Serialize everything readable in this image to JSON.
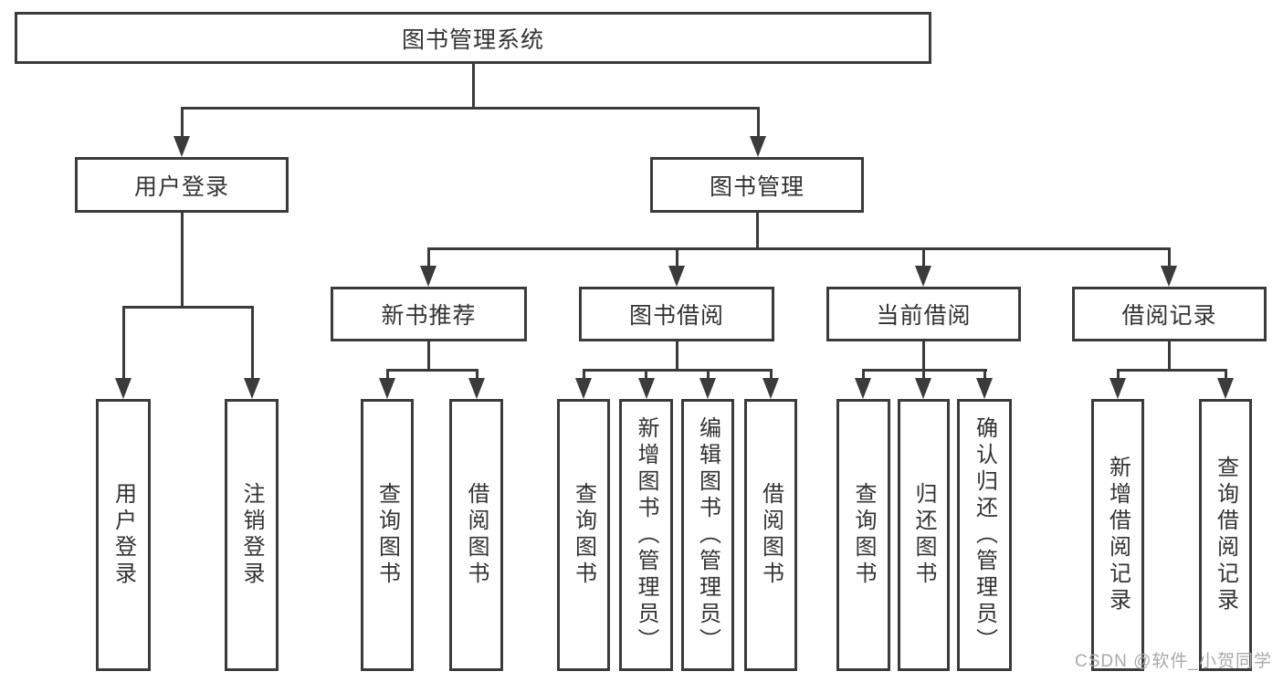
{
  "diagram": {
    "title": "图书管理系统",
    "colors": {
      "line": "#3b3b3b",
      "text": "#333333",
      "box_background": "#ffffff",
      "watermark": "#aaaaaa"
    }
  },
  "watermark": {
    "text": "CSDN @软件_小贺同学"
  },
  "tree": {
    "label": "图书管理系统",
    "children": [
      {
        "label": "用户登录",
        "children": [
          {
            "label": "用户登录"
          },
          {
            "label": "注销登录"
          }
        ]
      },
      {
        "label": "图书管理",
        "children": [
          {
            "label": "新书推荐",
            "children": [
              {
                "label": "查询图书"
              },
              {
                "label": "借阅图书"
              }
            ]
          },
          {
            "label": "图书借阅",
            "children": [
              {
                "label": "查询图书"
              },
              {
                "label": "新增图书（管理员）"
              },
              {
                "label": "编辑图书（管理员）"
              },
              {
                "label": "借阅图书"
              }
            ]
          },
          {
            "label": "当前借阅",
            "children": [
              {
                "label": "查询图书"
              },
              {
                "label": "归还图书"
              },
              {
                "label": "确认归还（管理员）"
              }
            ]
          },
          {
            "label": "借阅记录",
            "children": [
              {
                "label": "新增借阅记录"
              },
              {
                "label": "查询借阅记录"
              }
            ]
          }
        ]
      }
    ]
  }
}
